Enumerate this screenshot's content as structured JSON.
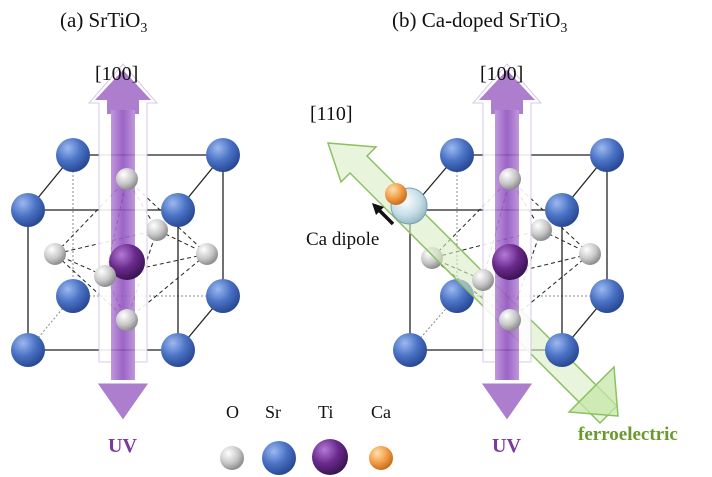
{
  "panel_a": {
    "title_prefix": "(a) SrTiO",
    "title_sub": "3",
    "axis_label": "[100]",
    "light_label": "UV"
  },
  "panel_b": {
    "title_prefix": "(b) Ca-doped SrTiO",
    "title_sub": "3",
    "axis_label": "[100]",
    "diag_axis_label": "[110]",
    "light_label": "UV",
    "dipole_label": "Ca dipole",
    "diag_arrow_label": "ferroelectric"
  },
  "legend": [
    {
      "label": "O",
      "color": "#c8c8c8"
    },
    {
      "label": "Sr",
      "color": "#4a72c4"
    },
    {
      "label": "Ti",
      "color": "#6a2a8c"
    },
    {
      "label": "Ca",
      "color": "#f3a04a"
    }
  ],
  "colors": {
    "uv_arrow": "#9b62c0",
    "ferro_arrow": "#d9efc4",
    "ferro_outline": "#8cc063"
  }
}
